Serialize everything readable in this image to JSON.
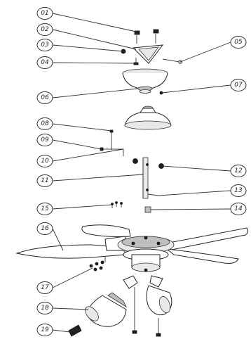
{
  "callouts": [
    {
      "label": "01"
    },
    {
      "label": "02"
    },
    {
      "label": "03"
    },
    {
      "label": "04"
    },
    {
      "label": "05"
    },
    {
      "label": "06"
    },
    {
      "label": "07"
    },
    {
      "label": "08"
    },
    {
      "label": "09"
    },
    {
      "label": "10"
    },
    {
      "label": "11"
    },
    {
      "label": "12"
    },
    {
      "label": "13"
    },
    {
      "label": "14"
    },
    {
      "label": "15"
    },
    {
      "label": "16"
    },
    {
      "label": "17"
    },
    {
      "label": "18"
    },
    {
      "label": "19"
    }
  ]
}
